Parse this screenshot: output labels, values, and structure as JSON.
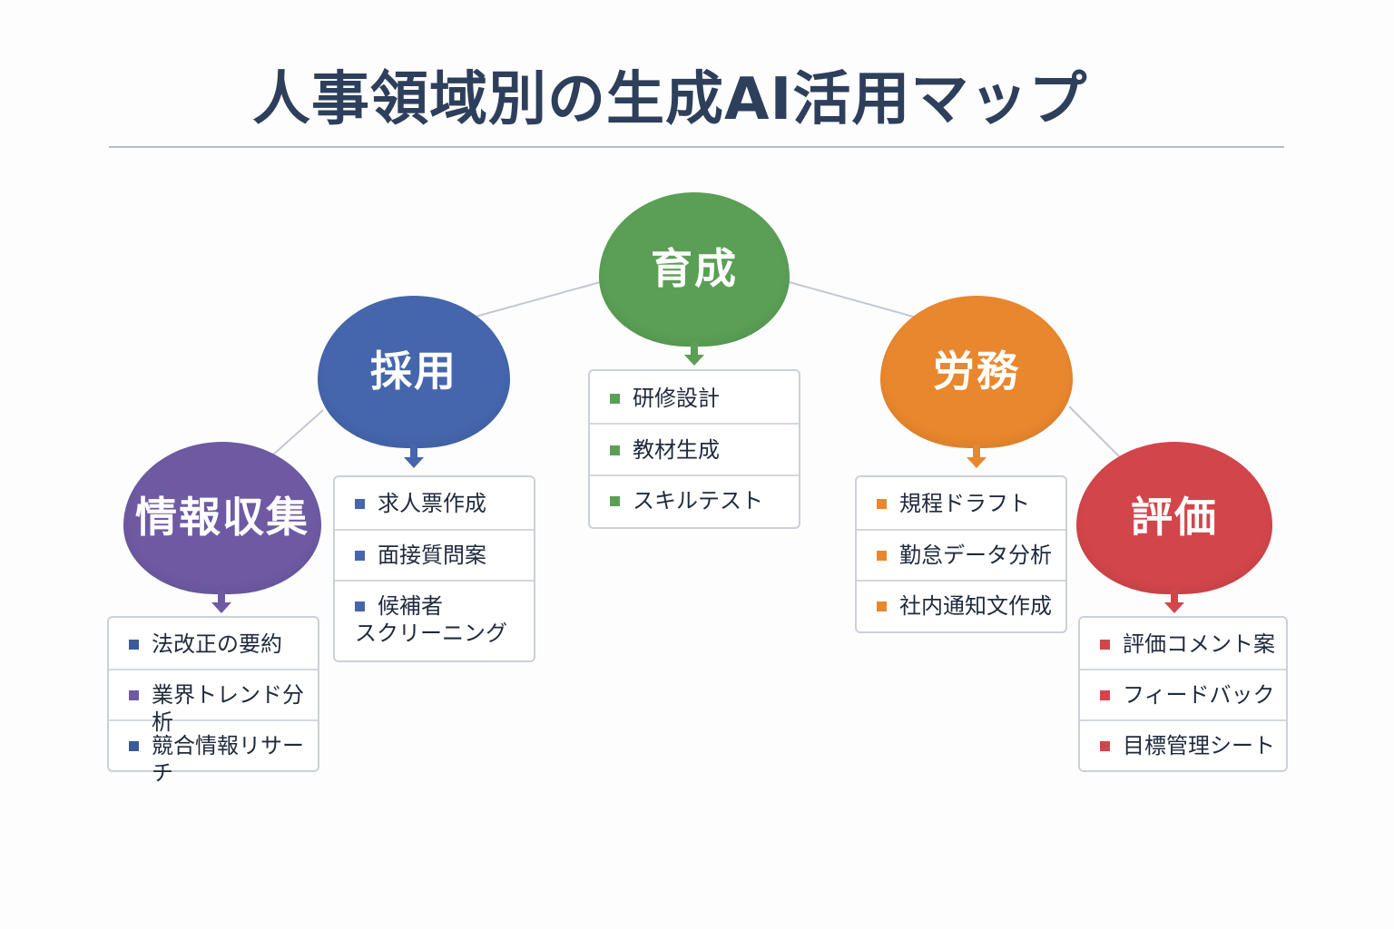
{
  "title": "人事領域別の生成AI活用マップ",
  "colors": {
    "title": "#2e3f5c",
    "divider": "#b8bccb",
    "connector": "#c3c8d4",
    "info": "#6e5aa3",
    "recruit": "#4566ad",
    "training": "#5b9f56",
    "labor": "#e9872e",
    "evaluation": "#d2464b"
  },
  "domains": [
    {
      "id": "info",
      "label": "情報収集",
      "color": "#6e5aa3",
      "items": [
        "法改正の要約",
        "業界トレンド分析",
        "競合情報リサーチ"
      ]
    },
    {
      "id": "recruit",
      "label": "採用",
      "color": "#4566ad",
      "items": [
        "求人票作成",
        "面接質問案",
        "候補者\nスクリーニング"
      ]
    },
    {
      "id": "training",
      "label": "育成",
      "color": "#5b9f56",
      "items": [
        "研修設計",
        "教材生成",
        "スキルテスト"
      ]
    },
    {
      "id": "labor",
      "label": "労務",
      "color": "#e9872e",
      "items": [
        "規程ドラフト",
        "勤怠データ分析",
        "社内通知文作成"
      ]
    },
    {
      "id": "evaluation",
      "label": "評価",
      "color": "#d2464b",
      "items": [
        "評価コメント案",
        "フィードバック",
        "目標管理シート"
      ]
    }
  ]
}
